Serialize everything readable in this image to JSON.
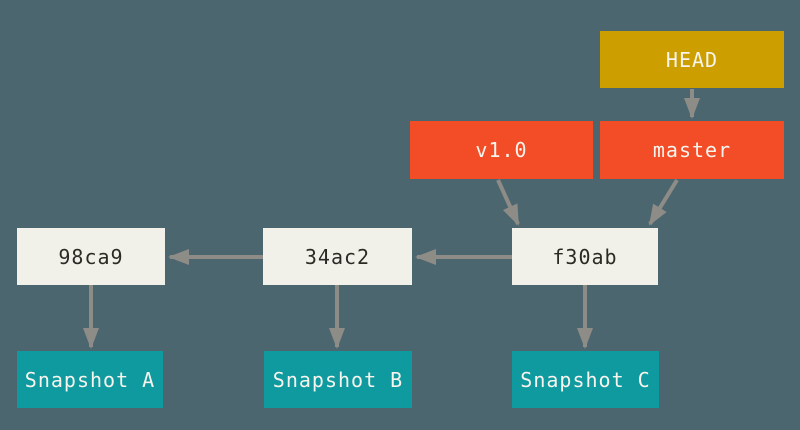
{
  "figure": {
    "description": "Git diagram: HEAD pointing to master branch, v1.0 tag and master pointing to commit f30ab; commit chain f30ab -> 34ac2 -> 98ca9, each commit pointing to its snapshot",
    "background_color": "#4C6670",
    "arrow_color": "#8E8C86",
    "colors": {
      "head_pointer": "#CC9E00",
      "branch_and_tag": "#F24D27",
      "commit_box": "#F2F1E9",
      "snapshot_box": "#0E9A9E",
      "dark_text": "#2B2A24",
      "light_text": "#F7F4EE"
    }
  },
  "nodes": {
    "head": {
      "label": "HEAD",
      "type": "head-pointer"
    },
    "tag_v1": {
      "label": "v1.0",
      "type": "tag"
    },
    "master": {
      "label": "master",
      "type": "branch"
    },
    "commit_98ca9": {
      "label": "98ca9",
      "type": "commit"
    },
    "commit_34ac2": {
      "label": "34ac2",
      "type": "commit"
    },
    "commit_f30ab": {
      "label": "f30ab",
      "type": "commit"
    },
    "snapshot_a": {
      "label": "Snapshot A",
      "type": "snapshot"
    },
    "snapshot_b": {
      "label": "Snapshot B",
      "type": "snapshot"
    },
    "snapshot_c": {
      "label": "Snapshot C",
      "type": "snapshot"
    }
  },
  "edges": [
    {
      "from": "HEAD",
      "to": "master"
    },
    {
      "from": "v1.0",
      "to": "f30ab"
    },
    {
      "from": "master",
      "to": "f30ab"
    },
    {
      "from": "f30ab",
      "to": "34ac2"
    },
    {
      "from": "34ac2",
      "to": "98ca9"
    },
    {
      "from": "98ca9",
      "to": "Snapshot A"
    },
    {
      "from": "34ac2",
      "to": "Snapshot B"
    },
    {
      "from": "f30ab",
      "to": "Snapshot C"
    }
  ]
}
